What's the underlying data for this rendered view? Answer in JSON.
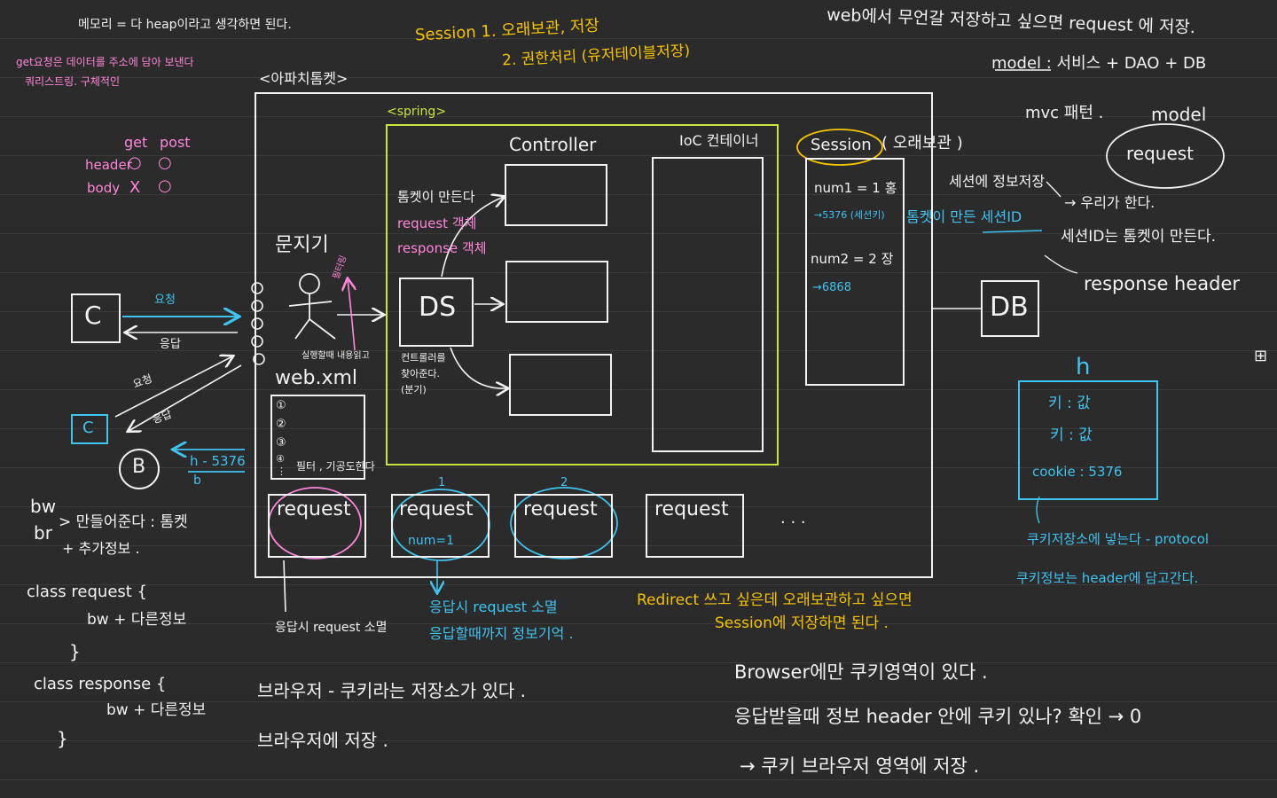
{
  "colors": {
    "background": "#2b2b2b",
    "white": "#f2f2f2",
    "pink": "#ff86d8",
    "yellow": "#f5c400",
    "cyan": "#3fc3ef",
    "lime": "#c8e63c"
  },
  "top_notes": {
    "memory": "메모리 = 다 heap이라고 생각하면 된다.",
    "get_line1": "get요청은 데이터를 주소에 담아 보낸다",
    "get_line2": "쿼리스트링. 구체적인 ",
    "session_line1": "Session 1. 오래보관, 저장",
    "session_line2": "2. 권한처리 (유저테이블저장)",
    "web_store": "web에서 무언갈 저장하고 싶으면 request 에 저장.",
    "model": "model : 서비스 + DAO + DB",
    "mvc": "mvc 패턴 .",
    "model2": "model",
    "request_circle": "request"
  },
  "get_post": {
    "get": "get",
    "post": "post",
    "header": "header",
    "header_get": "○",
    "header_post": "○",
    "body": "body",
    "body_get": "X",
    "body_post": "○"
  },
  "diagram": {
    "apache": "<아파치톰켓>",
    "spring": "<spring>",
    "controller": "Controller",
    "ioc": "IoC 컨테이너",
    "session": "Session",
    "session_paren": "( 오래보관 )",
    "gatekeeper": "문지기",
    "filtering": "필터링",
    "reads_content": "실행할때 내용읽고",
    "webxml": "web.xml",
    "webxml_items": [
      "①",
      "②",
      "③",
      "④",
      "⋮"
    ],
    "filter_role": "필터 , 기공도한다",
    "tomcat_makes": "톰켓이 만든다",
    "request_obj": "request 객체",
    "response_obj": "response 객체",
    "ds": "DS",
    "find_controller1": "컨트롤러를",
    "find_controller2": "찾아준다.",
    "find_controller3": "(분기)",
    "client1": "C",
    "client2": "C",
    "b": "B",
    "req_label": "요청",
    "res_label": "응답",
    "req_label2": "요청",
    "res_label2": "응답",
    "h5376": "h - 5376",
    "b_small": "b",
    "num1": "num1 = 1 홍",
    "id5376": "→5376 (세션키)",
    "tomcat_session": "톰켓이 만든 세션ID",
    "num2": "num2 = 2 장",
    "id6868": "→6868",
    "db": "DB",
    "dots": "· · ·",
    "requests": [
      {
        "label": "request",
        "sub": "",
        "mark": ""
      },
      {
        "label": "request",
        "sub": "num=1",
        "mark": "1"
      },
      {
        "label": "request",
        "sub": "",
        "mark": "2"
      },
      {
        "label": "request",
        "sub": "",
        "mark": ""
      }
    ]
  },
  "right_notes": {
    "session_save1": "세션에 정보저장",
    "session_save2": "→ 우리가 한다.",
    "session_id": "세션ID는 톰켓이 만든다.",
    "response_header": "response header",
    "h": "h",
    "kv1": "키 : 값",
    "kv2": "키 : 값",
    "cookie": "cookie : 5376",
    "cookie_store": "쿠키저장소에 넣는다 - protocol",
    "cookie_header": "쿠키정보는 header에 담고간다.",
    "sidebar_glyph": "⊞"
  },
  "left_notes": {
    "bw": "bw",
    "br": "br",
    "make": "> 만들어준다 : 톰켓",
    "extra": "+ 추가정보 .",
    "class_req": "class request {",
    "req_body": "bw + 다른정보",
    "close1": "}",
    "class_res": "class response {",
    "res_body": "bw + 다른정보",
    "close2": "}"
  },
  "bottom_notes": {
    "response_clear": "응답시 request 소멸",
    "cyan_clear1": "응답시 request 소멸",
    "cyan_clear2": "응답할때까지 정보기억 .",
    "redirect1": "Redirect 쓰고 싶은데 오래보관하고 싶으면",
    "redirect2": "Session에 저장하면 된다 .",
    "browser1": "브라우저 - 쿠키라는 저장소가 있다 .",
    "browser2": "브라우저에 저장 .",
    "cookie_area": "Browser에만 쿠키영역이 있다 .",
    "check": "응답받을때 정보 header 안에 쿠키 있나? 확인 → 0",
    "save": "→ 쿠키 브라우저 영역에 저장 ."
  }
}
